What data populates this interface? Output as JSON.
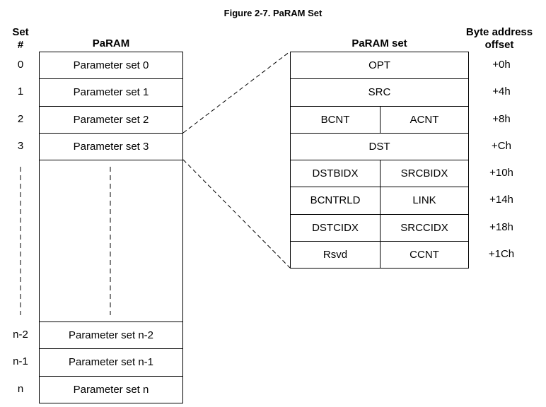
{
  "title": "Figure 2-7. PaRAM Set",
  "headers": {
    "set_line1": "Set",
    "set_line2": "#",
    "param": "PaRAM",
    "param_set": "PaRAM set",
    "offset_line1": "Byte address",
    "offset_line2": "offset"
  },
  "left_rows": [
    {
      "num": "0",
      "label": "Parameter set 0"
    },
    {
      "num": "1",
      "label": "Parameter set 1"
    },
    {
      "num": "2",
      "label": "Parameter set 2"
    },
    {
      "num": "3",
      "label": "Parameter set 3"
    }
  ],
  "left_bottom_rows": [
    {
      "num": "n-2",
      "label": "Parameter set n-2"
    },
    {
      "num": "n-1",
      "label": "Parameter set n-1"
    },
    {
      "num": "n",
      "label": "Parameter set n"
    }
  ],
  "param_rows": [
    {
      "cells": [
        "OPT"
      ],
      "offset": "+0h"
    },
    {
      "cells": [
        "SRC"
      ],
      "offset": "+4h"
    },
    {
      "cells": [
        "BCNT",
        "ACNT"
      ],
      "offset": "+8h"
    },
    {
      "cells": [
        "DST"
      ],
      "offset": "+Ch"
    },
    {
      "cells": [
        "DSTBIDX",
        "SRCBIDX"
      ],
      "offset": "+10h"
    },
    {
      "cells": [
        "BCNTRLD",
        "LINK"
      ],
      "offset": "+14h"
    },
    {
      "cells": [
        "DSTCIDX",
        "SRCCIDX"
      ],
      "offset": "+18h"
    },
    {
      "cells": [
        "Rsvd",
        "CCNT"
      ],
      "offset": "+1Ch"
    }
  ]
}
